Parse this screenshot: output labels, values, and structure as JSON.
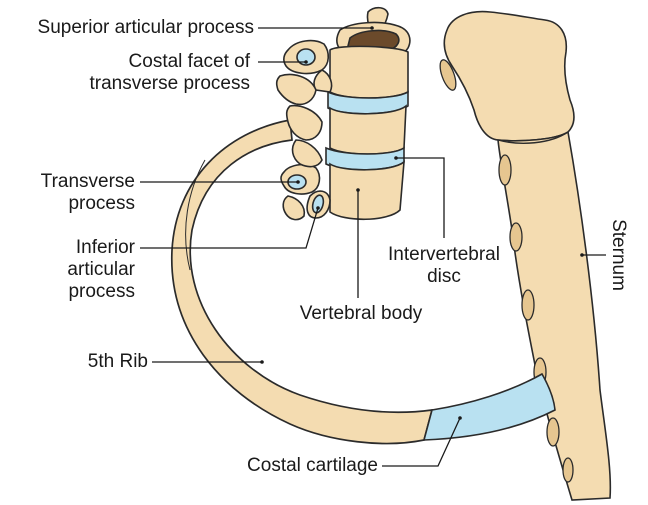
{
  "colors": {
    "bone_fill": "#f4dcb1",
    "bone_stroke": "#2b2b2b",
    "cartilage_fill": "#b9e1f1",
    "background": "#ffffff",
    "leader_line": "#1a1a1a"
  },
  "labels": {
    "superior_articular_process": "Superior articular process",
    "costal_facet_line1": "Costal facet of",
    "costal_facet_line2": "transverse process",
    "transverse_process_line1": "Transverse",
    "transverse_process_line2": "process",
    "inferior_articular_line1": "Inferior",
    "inferior_articular_line2": "articular",
    "inferior_articular_line3": "process",
    "intervertebral_disc_line1": "Intervertebral",
    "intervertebral_disc_line2": "disc",
    "vertebral_body": "Vertebral body",
    "fifth_rib": "5th Rib",
    "costal_cartilage": "Costal cartilage",
    "sternum": "Sternum"
  }
}
